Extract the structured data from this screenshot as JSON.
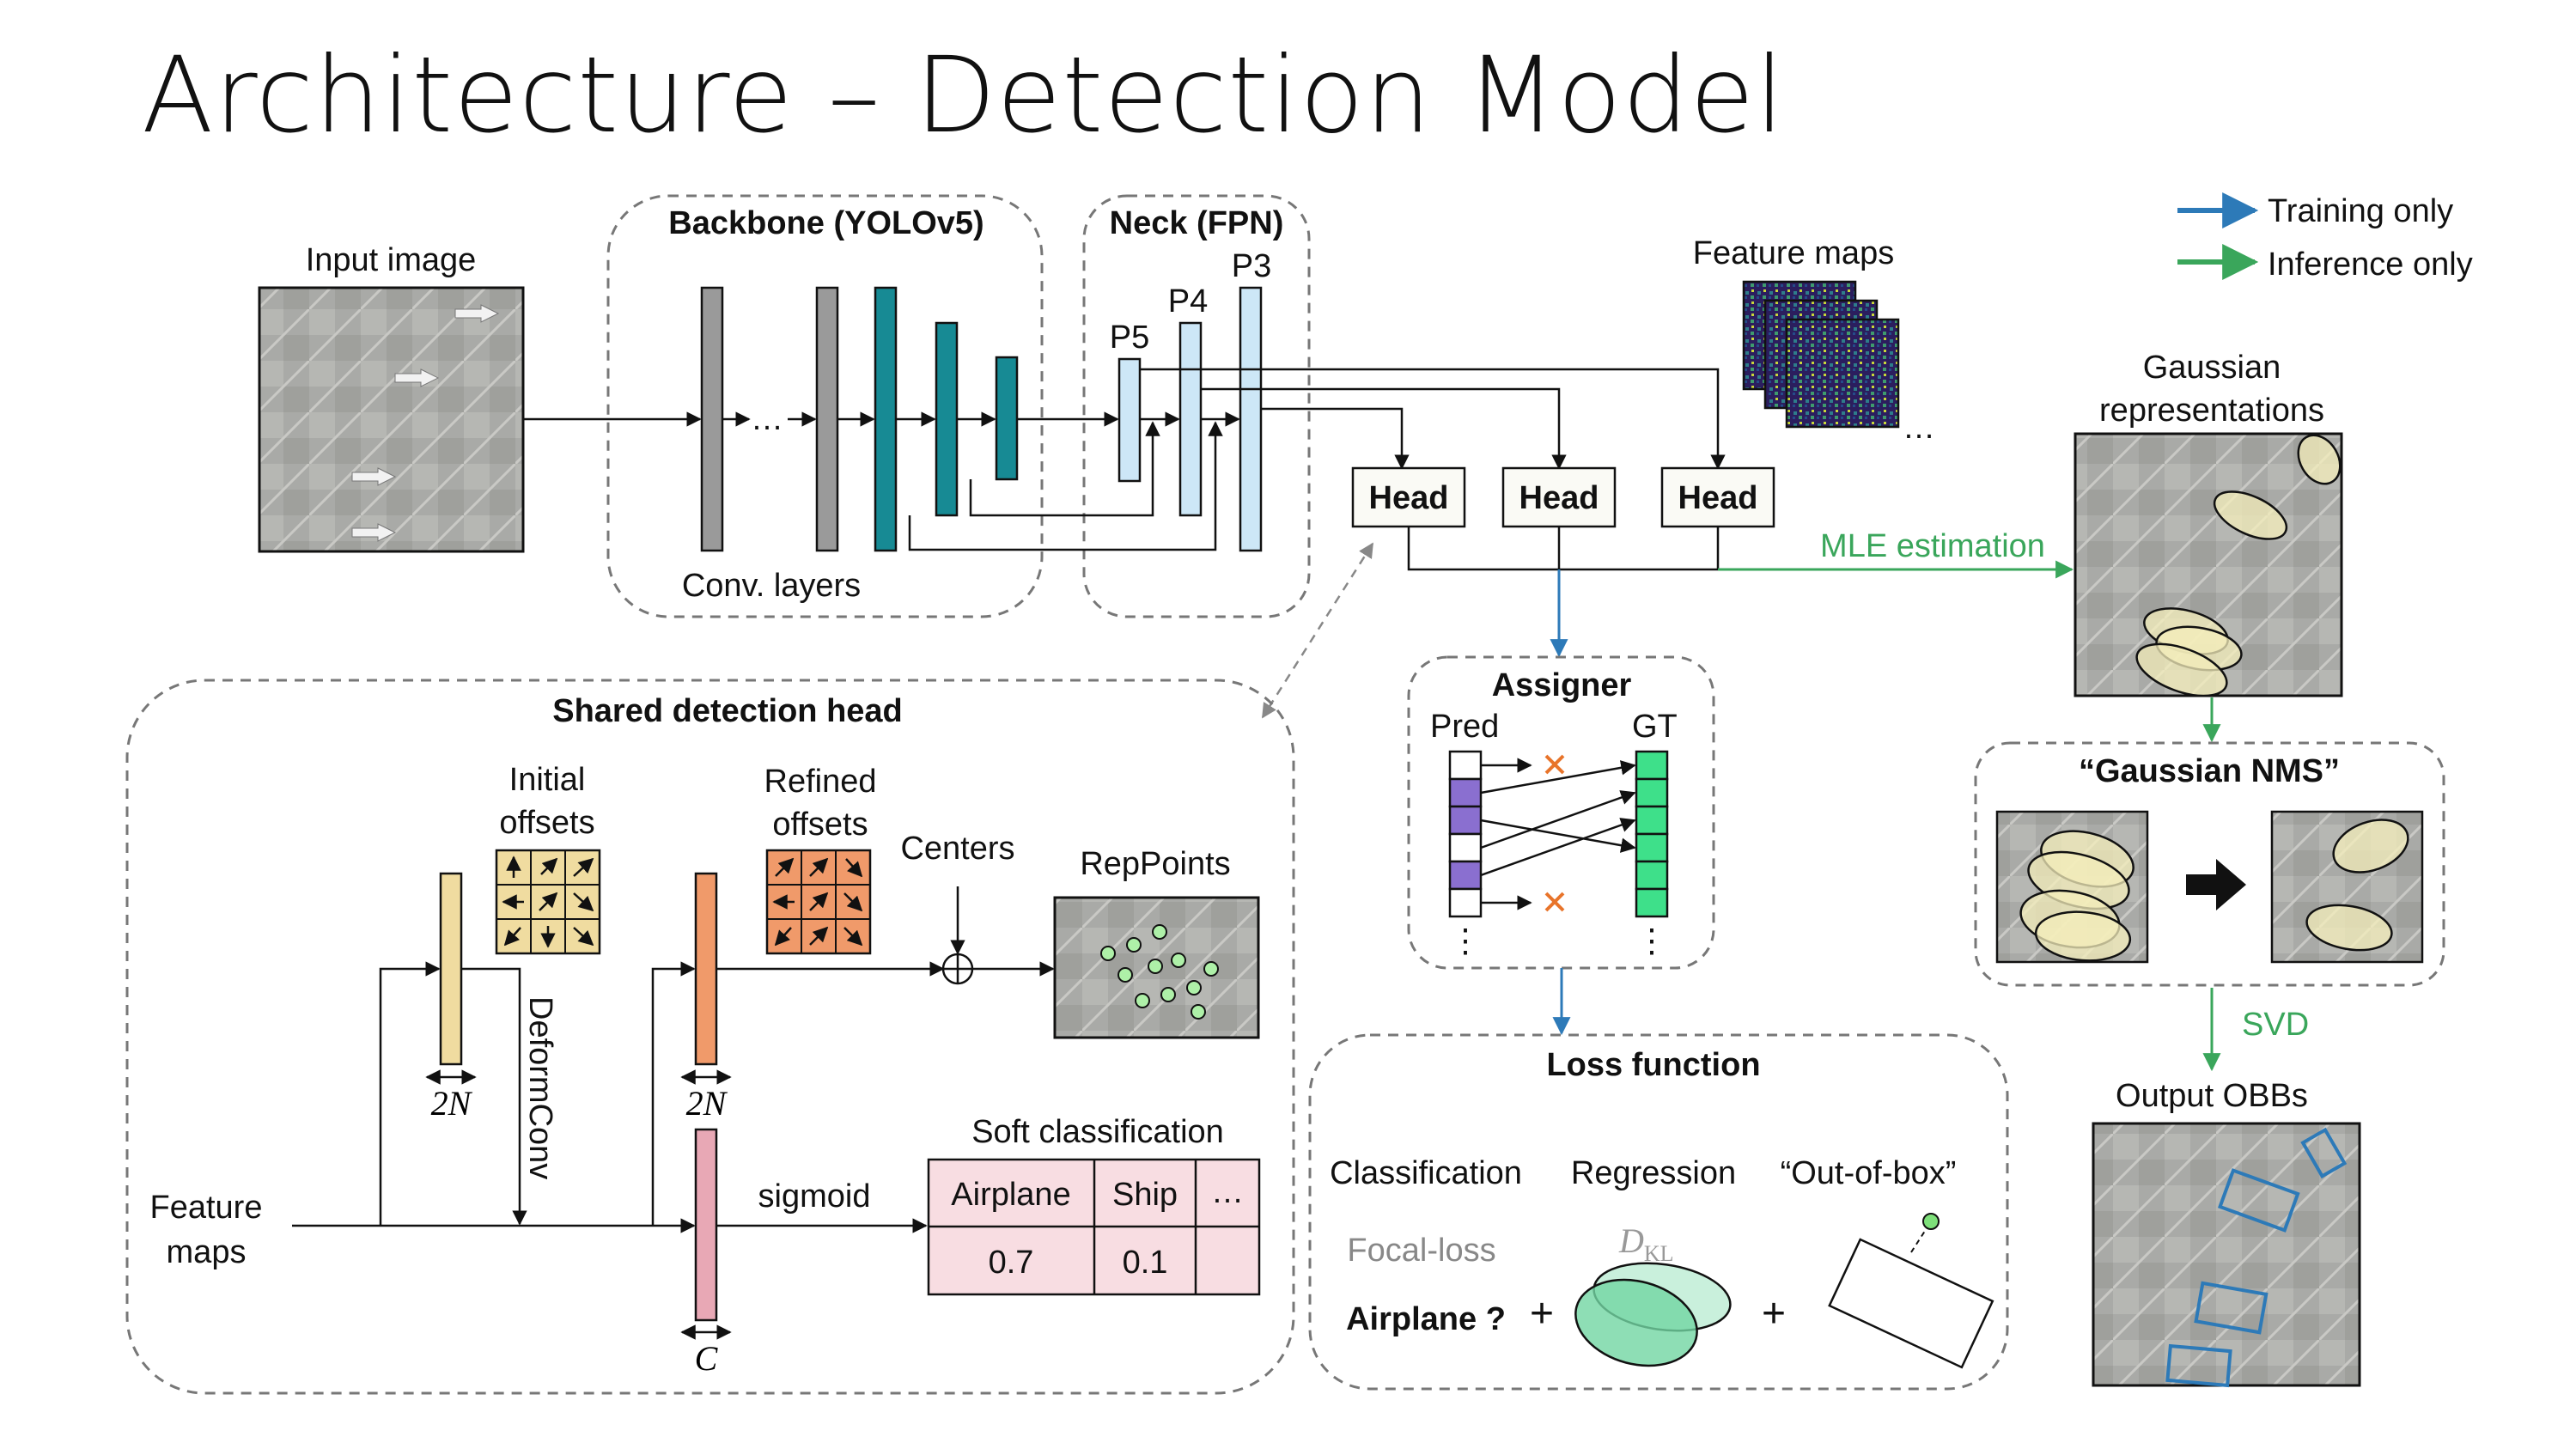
{
  "title": "Architecture – Detection Model",
  "legend": {
    "training": "Training only",
    "inference": "Inference only"
  },
  "colors": {
    "training": "#2d7ab8",
    "inference": "#3aa65b",
    "teal": "#178a94",
    "light_blue": "#cde7f7",
    "gray_layer": "#9a9a9a",
    "offsets_initial": "#f0dca0",
    "offsets_refined": "#f09a6a",
    "cls_table": "#f8dde2"
  },
  "top": {
    "input_label": "Input image",
    "backbone_title": "Backbone (YOLOv5)",
    "conv_label": "Conv. layers",
    "ellipsis": "…",
    "neck_title": "Neck (FPN)",
    "p5": "P5",
    "p4": "P4",
    "p3": "P3",
    "feature_maps_label": "Feature maps",
    "heads": [
      "Head",
      "Head",
      "Head"
    ],
    "mle_label": "MLE estimation",
    "gaussian_label_1": "Gaussian",
    "gaussian_label_2": "representations"
  },
  "assigner": {
    "title": "Assigner",
    "pred": "Pred",
    "gt": "GT",
    "more": "⋮"
  },
  "nms": {
    "title": "“Gaussian NMS”",
    "svd": "SVD",
    "output_label": "Output OBBs"
  },
  "head": {
    "title": "Shared detection head",
    "initial_1": "Initial",
    "initial_2": "offsets",
    "refined_1": "Refined",
    "refined_2": "offsets",
    "centers": "Centers",
    "reppoints": "RepPoints",
    "deform": "DeformConv",
    "dim_2n": "2N",
    "dim_c": "C",
    "fm_1": "Feature",
    "fm_2": "maps",
    "sigmoid": "sigmoid",
    "soft_cls": "Soft classification",
    "classes": [
      "Airplane",
      "Ship",
      "…"
    ],
    "scores": [
      "0.7",
      "0.1",
      ""
    ]
  },
  "loss": {
    "title": "Loss function",
    "classification": "Classification",
    "regression": "Regression",
    "oob": "“Out-of-box”",
    "focal": "Focal-loss",
    "airplane_q": "Airplane ?",
    "dkl_main": "D",
    "dkl_sub": "KL",
    "plus": "+"
  }
}
